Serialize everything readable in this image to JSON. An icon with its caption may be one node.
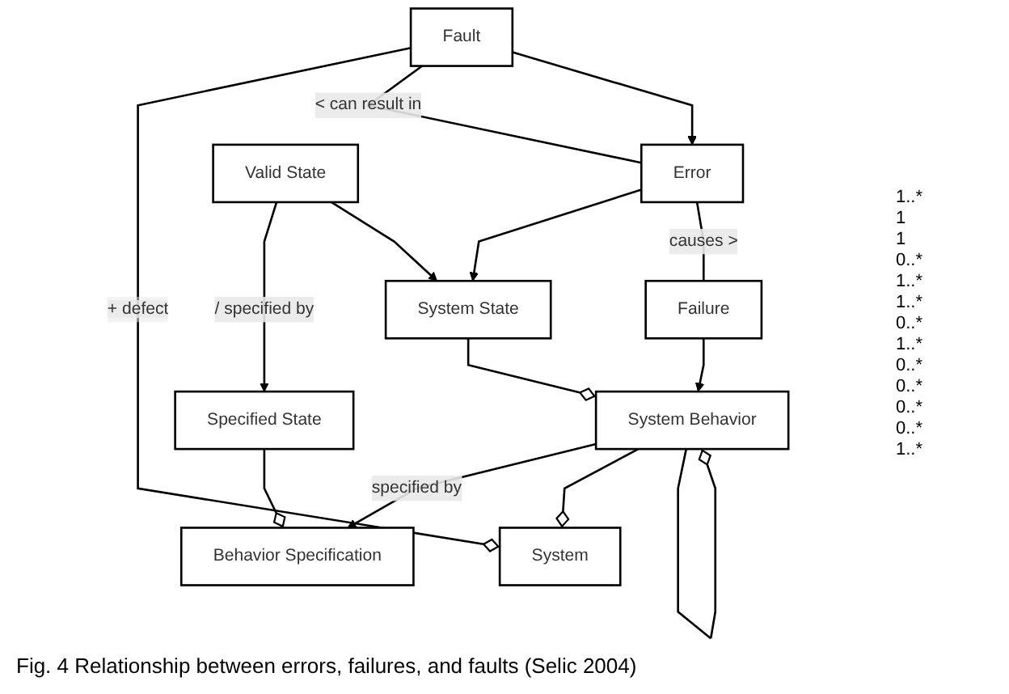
{
  "diagram": {
    "caption": "Fig. 4 Relationship between errors, failures, and faults (Selic 2004)",
    "nodes": [
      {
        "text": [
          "Specified State"
        ]
      },
      {
        "text": [
          "Behavior Specification"
        ]
      },
      {
        "text": [
          "System State"
        ]
      },
      {
        "text": [
          "System Behavior"
        ]
      },
      {
        "text": [
          "System"
        ]
      },
      {
        "text": [
          "Error"
        ]
      },
      {
        "text": [
          "Failure"
        ]
      },
      {
        "text": [
          "Valid State"
        ]
      },
      {
        "text": [
          "Fault"
        ]
      }
    ],
    "edges": [
      {
        "from": 0,
        "to": 1,
        "arrow": "other"
      },
      {
        "from": 7,
        "to": 0,
        "arrow": "to",
        "label": "/ specified by"
      },
      {
        "from": 3,
        "to": 1,
        "arrow": "to",
        "label": "specified by"
      },
      {
        "from": 2,
        "to": 3,
        "arrow": "other"
      },
      {
        "from": 3,
        "to": 4,
        "arrow": "other"
      },
      {
        "from": 3,
        "to": 3,
        "arrow": "other"
      },
      {
        "from": 5,
        "to": 2,
        "arrow": "to"
      },
      {
        "from": 7,
        "to": 2,
        "arrow": "to"
      },
      {
        "from": 6,
        "to": 3,
        "arrow": "to"
      },
      {
        "from": 5,
        "to": 6,
        "arrow": "none",
        "label": "causes >"
      },
      {
        "from": 8,
        "to": 4,
        "arrow": "other",
        "label": "+ defect"
      },
      {
        "from": 8,
        "to": 5,
        "arrow": "none",
        "label": "< can result in"
      },
      {
        "from": 8,
        "to": 5,
        "arrow": "to"
      }
    ],
    "labels": [
      "1..*",
      "1",
      "1",
      "0..*",
      "1..*",
      "1..*",
      "0..*",
      "1..*",
      "0..*",
      "0..*",
      "0..*",
      "0..*",
      "1..*"
    ]
  }
}
